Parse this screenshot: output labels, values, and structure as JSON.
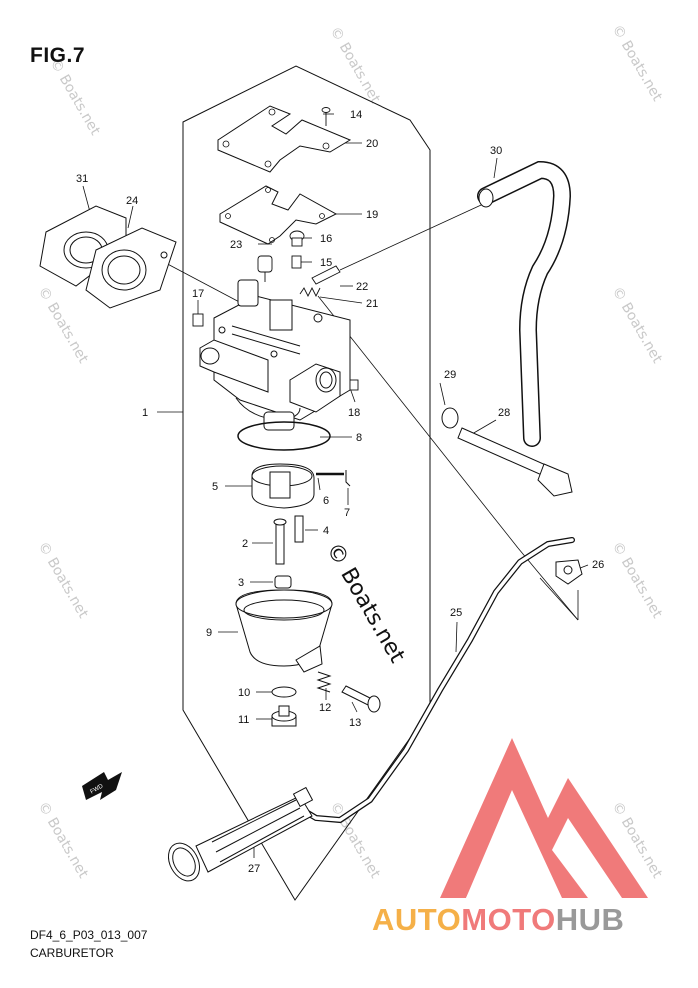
{
  "figure": {
    "title": "FIG.7",
    "code": "DF4_6_P03_013_007",
    "caption": "CARBURETOR"
  },
  "watermark": {
    "text": "© Boats.net",
    "color": "#c9c9c9"
  },
  "brand": {
    "part_a": "AUTO",
    "part_b": "MOTO",
    "part_c": "HUB",
    "colors": {
      "auto": "#f5b048",
      "moto": "#f07a7a",
      "hub": "#999999",
      "logo": "#f07a7a"
    }
  },
  "fwd_label": "FWD",
  "callouts": [
    "1",
    "2",
    "3",
    "4",
    "5",
    "6",
    "7",
    "8",
    "9",
    "10",
    "11",
    "12",
    "13",
    "14",
    "15",
    "16",
    "17",
    "18",
    "19",
    "20",
    "21",
    "22",
    "23",
    "24",
    "25",
    "26",
    "27",
    "28",
    "29",
    "30",
    "31"
  ]
}
